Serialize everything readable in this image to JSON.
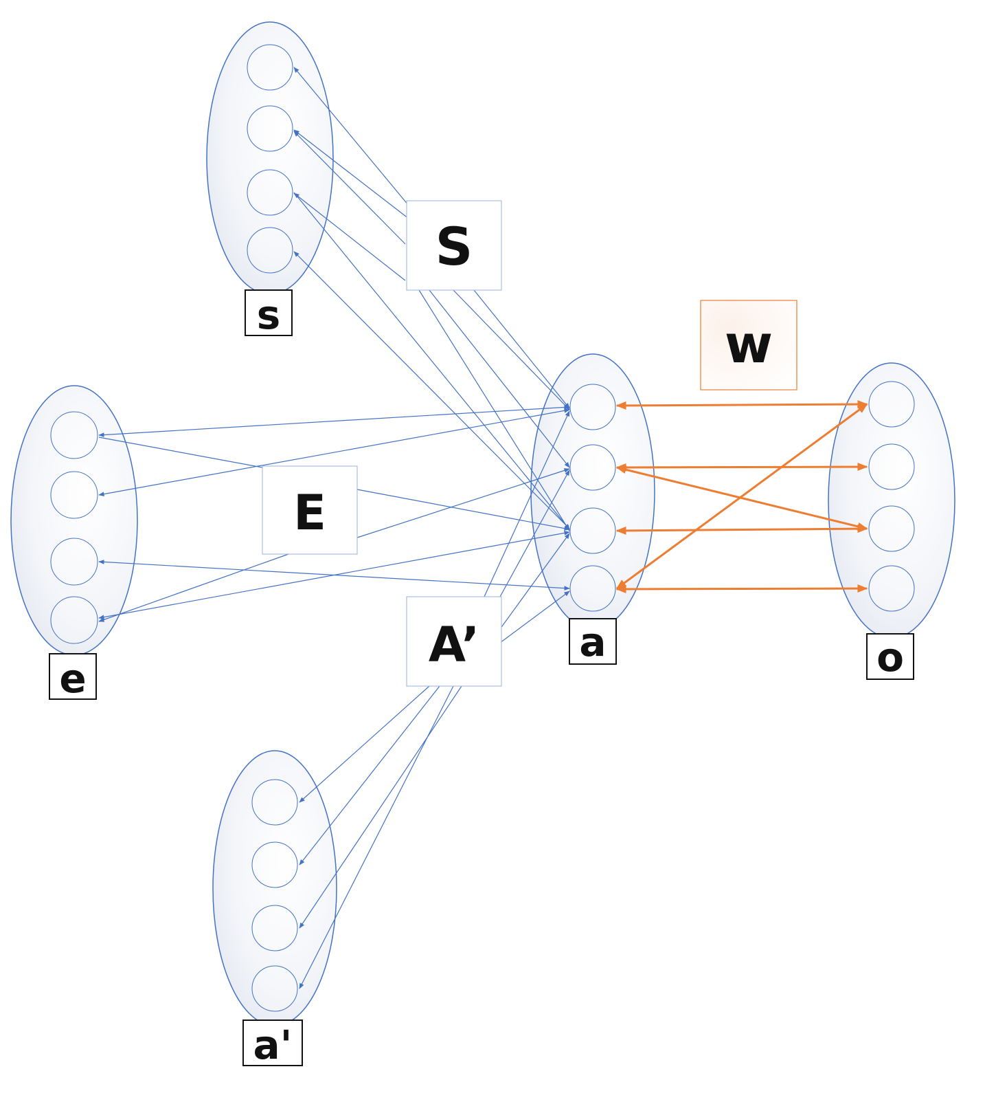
{
  "colors": {
    "blue": "#4472c4",
    "orange": "#ed7d31",
    "text": "#111111"
  },
  "layers": {
    "s": {
      "label": "s"
    },
    "e": {
      "label": "e"
    },
    "a": {
      "label": "a"
    },
    "o": {
      "label": "o"
    },
    "a_prime": {
      "label": "a'"
    }
  },
  "matrices": {
    "S": {
      "label": "S"
    },
    "E": {
      "label": "E"
    },
    "A_prime": {
      "label": "A’"
    },
    "W": {
      "label": "w"
    }
  }
}
